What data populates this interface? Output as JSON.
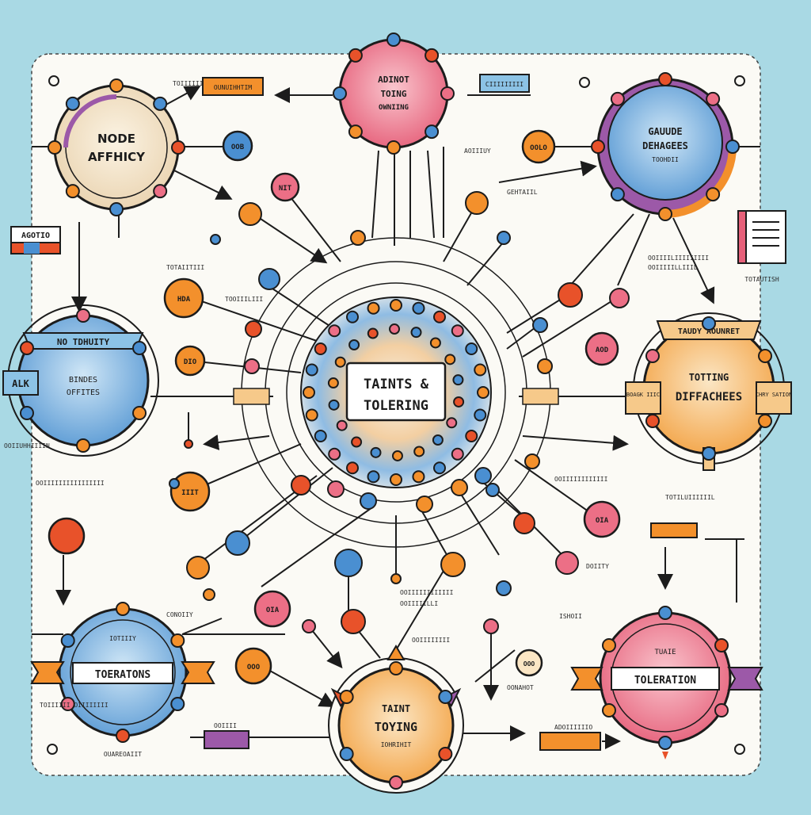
{
  "center": {
    "line1": "TAINTS &",
    "line2": "TOLERING"
  },
  "hubs": {
    "top_left": {
      "line1": "NODE",
      "line2": "AFFHICY"
    },
    "top_center": {
      "line1": "ADINOT",
      "line2": "TOING",
      "line3": "OWNIING"
    },
    "top_right": {
      "line1": "GAUUDE",
      "line2": "DEHAGEES",
      "line3": "TOOHDII"
    },
    "mid_left": {
      "banner": "NO TDHUITY",
      "line1": "BINDES",
      "line2": "OFFITES",
      "side": "ALK"
    },
    "mid_right": {
      "banner": "TAUDY AOUNRET",
      "line1": "TOTTING",
      "line2": "DIFFACHEES",
      "left_tab": "BOAGK IIIC",
      "right_tab": "CHRY SATION"
    },
    "bottom_left": {
      "line1": "IOTIIIY",
      "label": "TOERATONS",
      "under": "OUAREOAIIT"
    },
    "bottom_center": {
      "line1": "TAINT",
      "line2": "TOYING",
      "line3": "IOHRIHIT"
    },
    "bottom_right": {
      "line1": "TUAIE",
      "label": "TOLERATION"
    }
  },
  "tags": {
    "top_left_tag": "OUNUIHHTIM",
    "top_center_tag": "CIIIIIIIII",
    "left_tag": "AGOTIO",
    "right_mid_tag": "TOTAUTISH"
  },
  "node_labels": {
    "top_left_blue": "OOB",
    "top_center_orange": "OOLO",
    "top_mid_pink": "NIT",
    "left_upper_orange": "HDA",
    "left_mid_orange": "DIO",
    "right_mid_pink": "AOD",
    "left_lower_orange": "IIIT",
    "right_lower_pink": "OIA",
    "bottom_mid_pink": "OIA",
    "bottom_mid_orange": "OOO",
    "bottom_right_small": "OOO"
  },
  "annotations": {
    "a1": "TOIIIIII",
    "a2": "AOIIIUY",
    "a3": "GEHTAIIL",
    "a4": "TOOIIILIII",
    "a5": "OOIIIILIIIIIIIII",
    "a6": "OOIIIIILLIIIL",
    "a7": "OOIIIIIIIIIIIIIIII",
    "a8": "TOTILUIIIIIIL",
    "a9": "OOIIIIIIIIIIII",
    "a10": "DOIITY",
    "a11": "OOIIIIIIIIIIII",
    "a12": "CONOIIY",
    "a13": "ISHOII",
    "a14": "OOIIII",
    "a15": "TOIIIIII OIIIIIIII",
    "a16": "OONAHOT",
    "a17": "OOIIIIIIII",
    "a18": "OOIIIIILLI",
    "a19": "TOTAIITIII",
    "a20": "ADOIIIIIIO",
    "a21": "OOIIUHHIIIIN"
  },
  "colors": {
    "background": "#a9d9e4",
    "panel": "#fbfaf5",
    "blue": "#4a8fd1",
    "blue_light": "#8cc3e6",
    "pink": "#ec6f86",
    "orange": "#f3902c",
    "orange_light": "#f6c98a",
    "red_orange": "#e8522a",
    "purple": "#9c59a8",
    "ink": "#1c1c1c"
  }
}
